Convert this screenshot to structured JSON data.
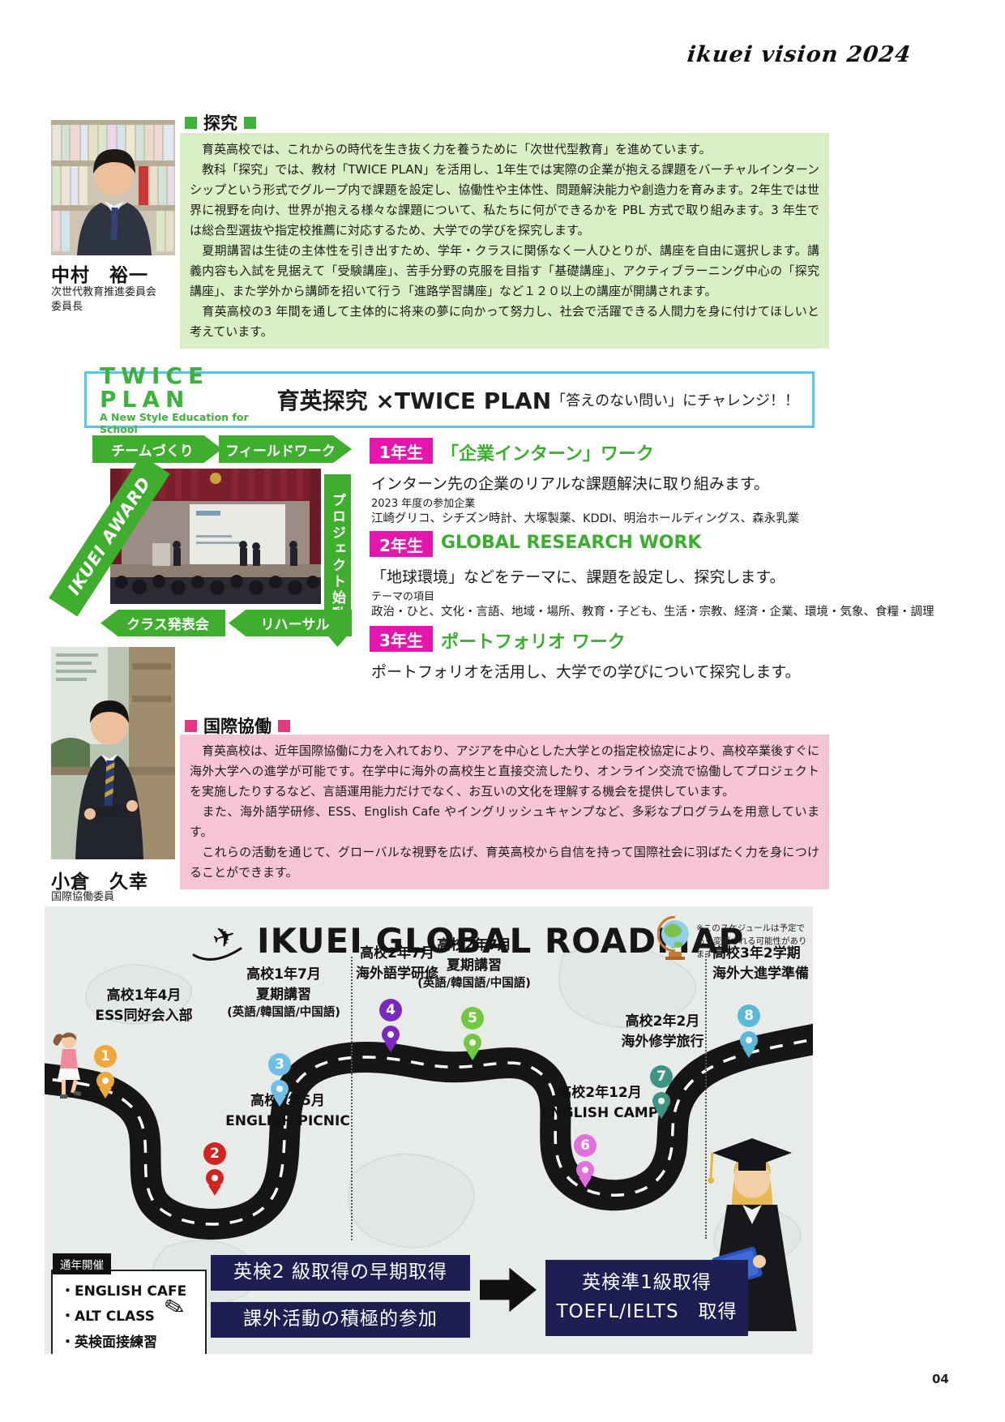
{
  "header": {
    "brand": "ikuei vision 2024",
    "page_number": "04"
  },
  "colors": {
    "accent_green": "#3cb33c",
    "light_green_bg": "#d9eec2",
    "magenta": "#e516ae",
    "pink_bg": "#f5c5d7",
    "pink_accent": "#e6387e",
    "cyan_border": "#55c6f0",
    "navy": "#1e1e52",
    "roadmap_bg": "#e8ece9"
  },
  "tankyu": {
    "heading": "探究",
    "teacher": {
      "name": "中村　裕一",
      "org": "次世代教育推進委員会",
      "title": "委員長"
    },
    "paragraphs": [
      "　育英高校では、これからの時代を生き抜く力を養うために「次世代型教育」を進めています。",
      "　教科「探究」では、教材「TWICE PLAN」を活用し、1年生では実際の企業が抱える課題をバーチャルインターンシップという形式でグループ内で課題を設定し、協働性や主体性、問題解決能力や創造力を育みます。2年生では世界に視野を向け、世界が抱える様々な課題について、私たちに何ができるかを PBL 方式で取り組みます。3 年生では総合型選抜や指定校推薦に対応するため、大学での学びを探究します。",
      "　夏期講習は生徒の主体性を引き出すため、学年・クラスに関係なく一人ひとりが、講座を自由に選択します。講義内容も入試を見据えて「受験講座」、苦手分野の克服を目指す「基礎講座」、アクティブラーニング中心の「探究講座」、また学外から講師を招いて行う「進路学習講座」など１２０以上の講座が開講されます。",
      "　育英高校の3 年間を通して主体的に将来の夢に向かって努力し、社会で活躍できる人間力を身に付けてほしいと考えています。"
    ],
    "banner": {
      "logo": "TWICE PLAN",
      "logo_sub": "A New Style Education for School",
      "title": "育英探究 ×TWICE PLAN",
      "subtitle": "「答えのない問い」にチャレンジ！！"
    },
    "flow": {
      "steps": [
        "チームづくり",
        "フィールドワーク",
        "プロジェクト始動",
        "クラス発表会",
        "リハーサル"
      ],
      "award": "IKUEI AWARD"
    },
    "grades": [
      {
        "label": "1年生",
        "title": "「企業インターン」ワーク",
        "desc": "インターン先の企業のリアルな課題解決に取り組みます。",
        "note_label": "2023 年度の参加企業",
        "note": "江崎グリコ、シチズン時計、大塚製薬、KDDI、明治ホールディングス、森永乳業"
      },
      {
        "label": "2年生",
        "title": "GLOBAL RESEARCH WORK",
        "desc": "「地球環境」などをテーマに、課題を設定し、探究します。",
        "note_label": "テーマの項目",
        "note": "政治・ひと、文化・言語、地域・場所、教育・子ども、生活・宗教、経済・企業、環境・気象、食糧・調理"
      },
      {
        "label": "3年生",
        "title": "ポートフォリオ ワーク",
        "desc": "ポートフォリオを活用し、大学での学びについて探究します。",
        "note_label": "",
        "note": ""
      }
    ]
  },
  "kokusai": {
    "heading": "国際協働",
    "teacher": {
      "name": "小倉　久幸",
      "org": "国際協働委員"
    },
    "paragraphs": [
      "　育英高校は、近年国際協働に力を入れており、アジアを中心とした大学との指定校協定により、高校卒業後すぐに海外大学への進学が可能です。在学中に海外の高校生と直接交流したり、オンライン交流で協働してプロジェクトを実施したりするなど、言語運用能力だけでなく、お互いの文化を理解する機会を提供しています。",
      "　また、海外語学研修、ESS、English Cafe やイングリッシュキャンプなど、多彩なプログラムを用意しています。",
      "　これらの活動を通じて、グローバルな視野を広げ、育英高校から自信を持って国際社会に羽ばたく力を身につけることができます。"
    ]
  },
  "roadmap": {
    "title": "IKUEI GLOBAL ROADMAP",
    "note": "※このスケジュールは予定であり変更される可能性があります",
    "milestones": [
      {
        "n": "1",
        "when": "高校1年4月",
        "what": "ESS同好会入部",
        "sub": "",
        "color": "#f0a83a"
      },
      {
        "n": "2",
        "when": "高校1年5月",
        "what": "ENGLISH PICNIC",
        "sub": "",
        "color": "#d42420"
      },
      {
        "n": "3",
        "when": "高校1年7月",
        "what": "夏期講習",
        "sub": "(英語/韓国語/中国語)",
        "color": "#6ec0e6"
      },
      {
        "n": "4",
        "when": "高校2年7月",
        "what": "海外語学研修",
        "sub": "",
        "color": "#7a28c0"
      },
      {
        "n": "5",
        "when": "高校2年7月",
        "what": "夏期講習",
        "sub": "(英語/韓国語/中国語)",
        "color": "#72c83e"
      },
      {
        "n": "6",
        "when": "高校2年12月",
        "what": "ENGLISH CAMP",
        "sub": "",
        "color": "#e26ee0"
      },
      {
        "n": "7",
        "when": "高校2年2月",
        "what": "海外修学旅行",
        "sub": "",
        "color": "#3f9384"
      },
      {
        "n": "8",
        "when": "高校3年2学期",
        "what": "海外大進学準備",
        "sub": "",
        "color": "#5ab8d8"
      }
    ],
    "year_round": {
      "label": "通年開催",
      "items": [
        "・ENGLISH CAFE",
        "・ALT CLASS",
        "・英検面接練習"
      ]
    },
    "goals": {
      "box1": "英検2 級取得の早期取得",
      "box2": "課外活動の積極的参加",
      "result_line1": "英検準1級取得",
      "result_line2": "TOEFL/IELTS　取得"
    }
  }
}
